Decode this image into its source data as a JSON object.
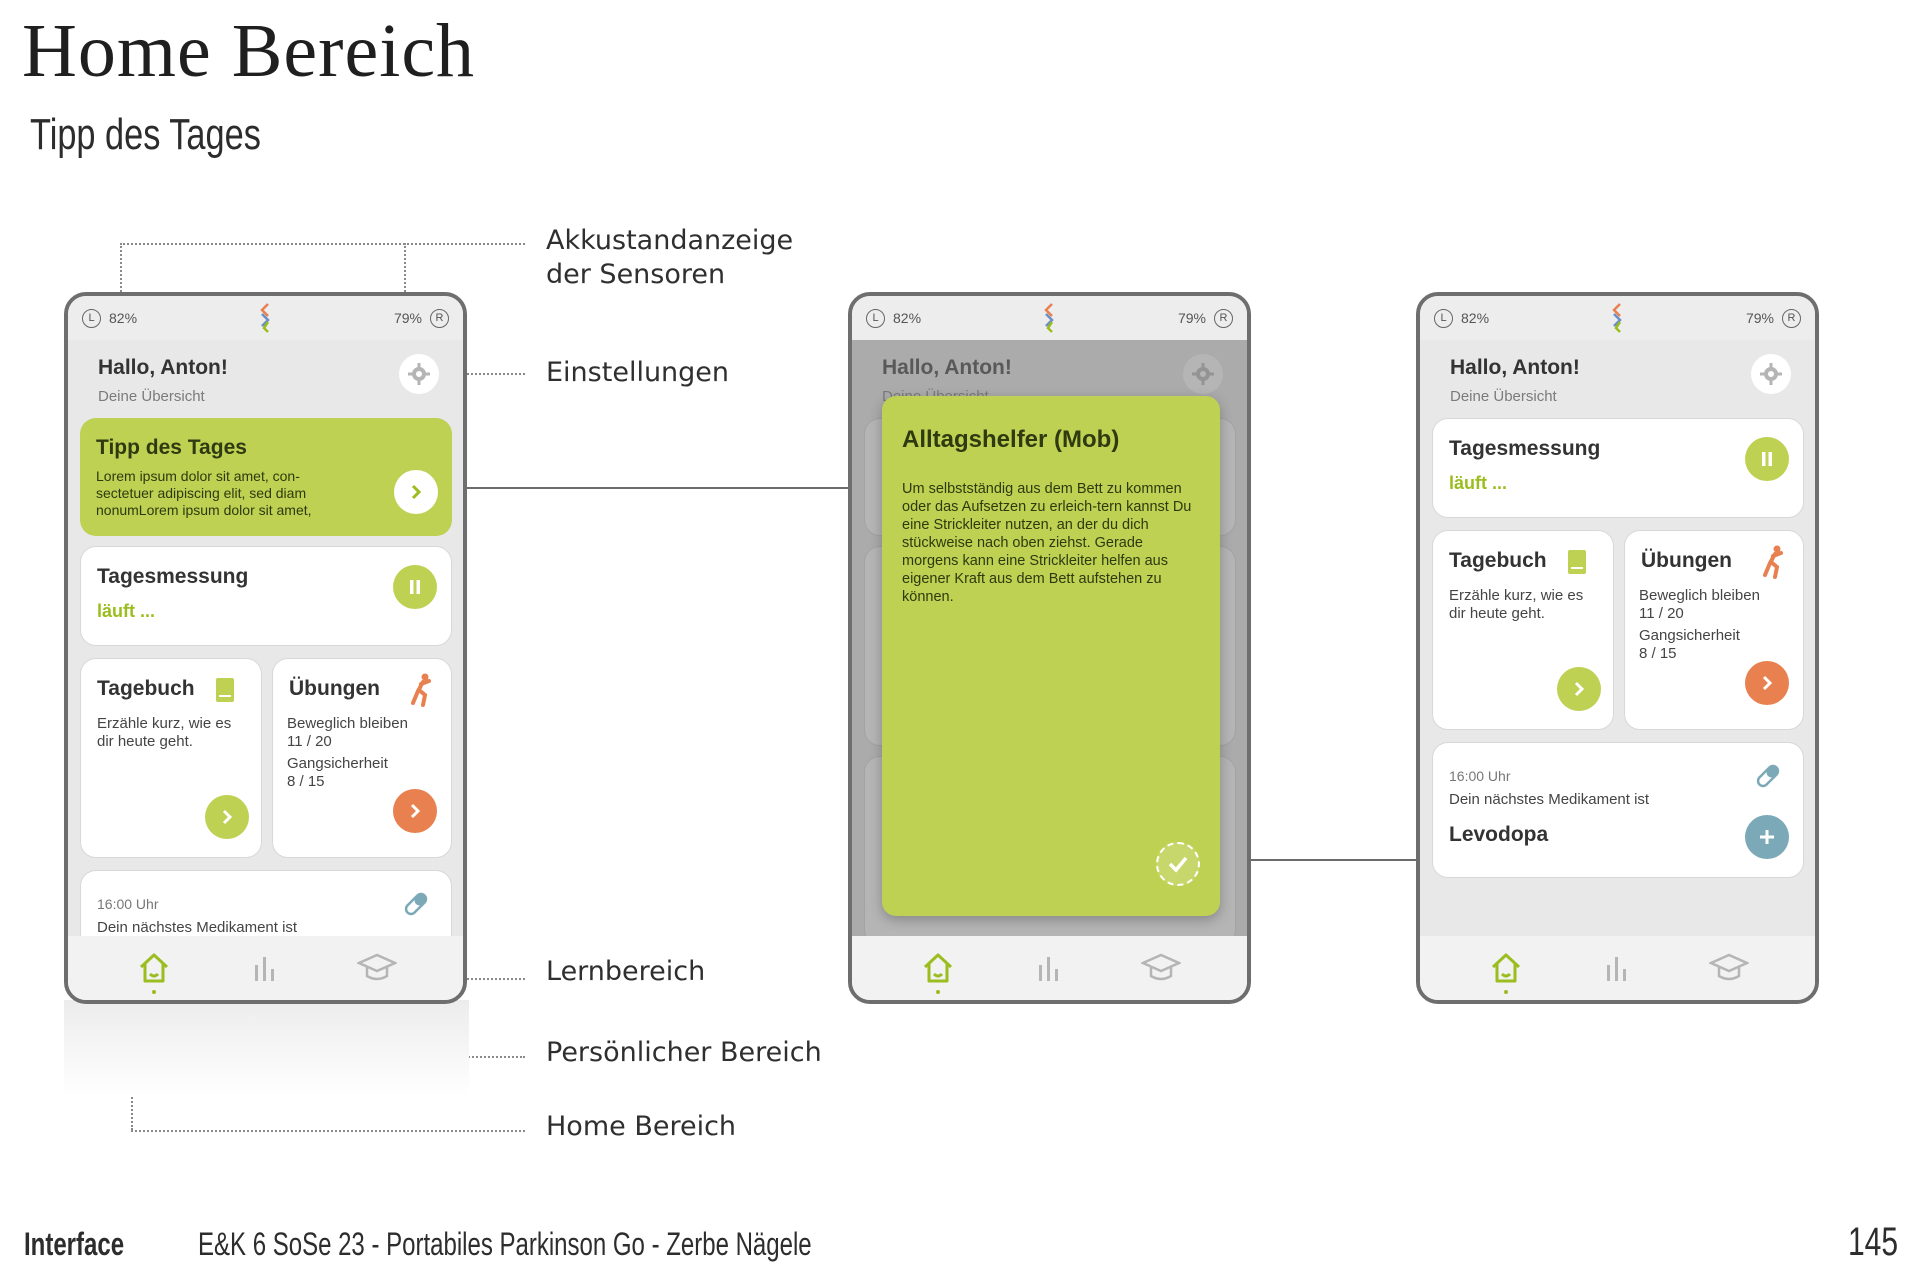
{
  "page": {
    "title": "Home Bereich",
    "subtitle": "Tipp des Tages"
  },
  "annotations": {
    "battery": "Akkustandanzeige",
    "battery_line2": "der Sensoren",
    "settings": "Einstellungen",
    "learning": "Lernbereich",
    "personal": "Persönlicher Bereich",
    "home": "Home Bereich"
  },
  "status": {
    "left_badge": "L",
    "left_percent": "82%",
    "right_percent": "79%",
    "right_badge": "R"
  },
  "home": {
    "greeting": "Hallo, Anton!",
    "overview": "Deine Übersicht"
  },
  "tip_card": {
    "title": "Tipp des Tages",
    "text": "Lorem ipsum dolor sit amet, con- sectetuer adipiscing elit, sed diam nonumLorem ipsum dolor sit amet,"
  },
  "measurement": {
    "title": "Tagesmessung",
    "status": "läuft ..."
  },
  "diary": {
    "title": "Tagebuch",
    "text": "Erzähle kurz, wie es dir heute geht."
  },
  "exercises": {
    "title": "Übungen",
    "line1": "Beweglich bleiben",
    "line2": "11 / 20",
    "line3": "Gangsicherheit",
    "line4": "8 / 15"
  },
  "medication": {
    "time": "16:00 Uhr",
    "text": "Dein nächstes Medikament ist",
    "name": "Levodopa"
  },
  "modal": {
    "title": "Alltagshelfer (Mob)",
    "text": "Um selbstständig aus dem Bett zu kommen oder das Aufsetzen zu erleich-tern kannst Du eine Strickleiter nutzen, an der du dich stückweise nach oben ziehst. Gerade morgens kann eine Strickleiter helfen aus eigener Kraft aus dem Bett aufstehen zu können."
  },
  "footer": {
    "section": "Interface",
    "course": "E&K 6  SoSe 23  -  Portabiles  Parkinson Go  -  Zerbe  Nägele",
    "page_number": "145"
  },
  "colors": {
    "accent_green": "#bed153",
    "accent_orange": "#e8814f",
    "accent_teal": "#7ba9b7",
    "status_green": "#9bbd1f"
  },
  "icons": [
    "logo-mark-icon",
    "gear-icon",
    "chevron-right-icon",
    "pause-icon",
    "book-icon",
    "exercise-figure-icon",
    "pill-icon",
    "plus-icon",
    "check-icon",
    "home-icon",
    "bar-chart-icon",
    "graduation-cap-icon"
  ]
}
